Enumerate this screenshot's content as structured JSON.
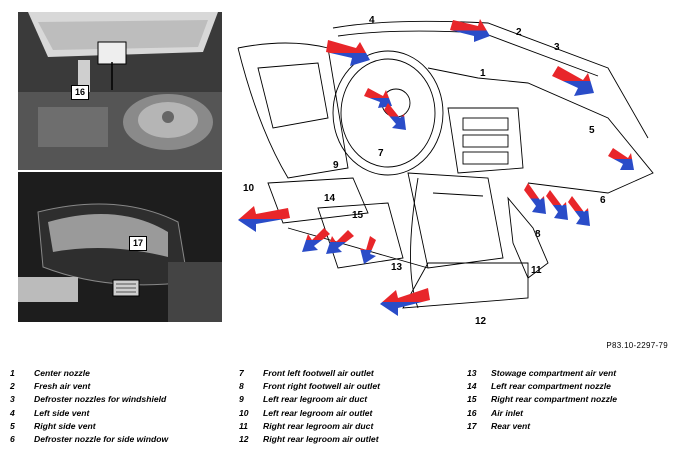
{
  "photos": {
    "top_callout": "16",
    "bottom_callout": "17"
  },
  "diagram_labels": [
    "1",
    "2",
    "3",
    "4",
    "5",
    "6",
    "7",
    "8",
    "9",
    "10",
    "11",
    "12",
    "13",
    "14",
    "15"
  ],
  "figure_code": "P83.10-2297-79",
  "legend": [
    [
      {
        "num": "1",
        "text": "Center nozzle"
      },
      {
        "num": "2",
        "text": "Fresh air vent"
      },
      {
        "num": "3",
        "text": "Defroster nozzles for windshield"
      },
      {
        "num": "4",
        "text": "Left side vent"
      },
      {
        "num": "5",
        "text": "Right side vent"
      },
      {
        "num": "6",
        "text": "Defroster nozzle for side window"
      }
    ],
    [
      {
        "num": "7",
        "text": "Front left footwell air outlet"
      },
      {
        "num": "8",
        "text": "Front right footwell air outlet"
      },
      {
        "num": "9",
        "text": "Left rear legroom air duct"
      },
      {
        "num": "10",
        "text": "Left rear legroom air outlet"
      },
      {
        "num": "11",
        "text": "Right rear legroom air duct"
      },
      {
        "num": "12",
        "text": "Right rear legroom air outlet"
      }
    ],
    [
      {
        "num": "13",
        "text": "Stowage compartment air vent"
      },
      {
        "num": "14",
        "text": "Left rear compartment nozzle"
      },
      {
        "num": "15",
        "text": "Right rear compartment nozzle"
      },
      {
        "num": "16",
        "text": "Air inlet"
      },
      {
        "num": "17",
        "text": "Rear vent"
      }
    ]
  ],
  "colors": {
    "warm": "#e8262a",
    "cool": "#2a4cc8"
  }
}
